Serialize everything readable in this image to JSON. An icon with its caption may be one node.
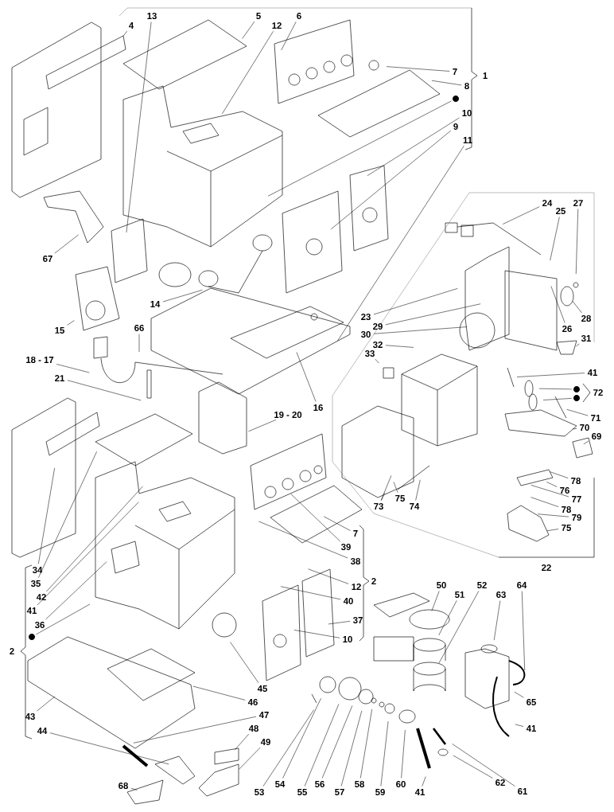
{
  "diagram": {
    "nodes": [
      {
        "text": [
          "13"
        ]
      },
      {
        "text": [
          "4"
        ]
      },
      {
        "text": [
          "5"
        ]
      },
      {
        "text": [
          "12"
        ]
      },
      {
        "text": [
          "6"
        ]
      },
      {
        "text": [
          "7"
        ]
      },
      {
        "text": [
          "8"
        ]
      },
      {
        "text": [],
        "shape": "circle"
      },
      {
        "text": [
          "10"
        ]
      },
      {
        "text": [
          "9"
        ]
      },
      {
        "text": [
          "11"
        ]
      },
      {
        "text": [
          "24"
        ]
      },
      {
        "text": [
          "25"
        ]
      },
      {
        "text": [
          "27"
        ]
      },
      {
        "text": [
          "67"
        ]
      },
      {
        "text": [
          "14"
        ]
      },
      {
        "text": [
          "23"
        ]
      },
      {
        "text": [
          "28"
        ]
      },
      {
        "text": [
          "15"
        ]
      },
      {
        "text": [
          "66"
        ]
      },
      {
        "text": [
          "29"
        ]
      },
      {
        "text": [
          "26"
        ]
      },
      {
        "text": [
          "30"
        ]
      },
      {
        "text": [
          "31"
        ]
      },
      {
        "text": [
          "32"
        ]
      },
      {
        "text": [
          "33"
        ]
      },
      {
        "text": [
          "18 - 17"
        ]
      },
      {
        "text": [
          "41"
        ]
      },
      {
        "text": [
          "21"
        ]
      },
      {
        "text": [],
        "shape": "circle"
      },
      {
        "text": [],
        "shape": "circle"
      },
      {
        "text": [
          "16"
        ]
      },
      {
        "text": [
          "19 - 20"
        ]
      },
      {
        "text": [
          "71"
        ]
      },
      {
        "text": [
          "70"
        ]
      },
      {
        "text": [
          "69"
        ]
      },
      {
        "text": [
          "78"
        ]
      },
      {
        "text": [
          "76"
        ]
      },
      {
        "text": [
          "77"
        ]
      },
      {
        "text": [
          "73"
        ]
      },
      {
        "text": [
          "75"
        ]
      },
      {
        "text": [
          "74"
        ]
      },
      {
        "text": [
          "78"
        ]
      },
      {
        "text": [
          "79"
        ]
      },
      {
        "text": [
          "75"
        ]
      },
      {
        "text": [
          "7"
        ]
      },
      {
        "text": [
          "39"
        ]
      },
      {
        "text": [
          "38"
        ]
      },
      {
        "text": [
          "34"
        ]
      },
      {
        "text": [
          "35"
        ]
      },
      {
        "text": [
          "12"
        ]
      },
      {
        "text": [
          "50"
        ]
      },
      {
        "text": [
          "52"
        ]
      },
      {
        "text": [
          "64"
        ]
      },
      {
        "text": [
          "51"
        ]
      },
      {
        "text": [
          "63"
        ]
      },
      {
        "text": [
          "42"
        ]
      },
      {
        "text": [
          "40"
        ]
      },
      {
        "text": [
          "41"
        ]
      },
      {
        "text": [
          "37"
        ]
      },
      {
        "text": [
          "36"
        ]
      },
      {
        "text": [
          "10"
        ]
      },
      {
        "text": [],
        "shape": "circle"
      },
      {
        "text": [
          "45"
        ]
      },
      {
        "text": [
          "65"
        ]
      },
      {
        "text": [
          "46"
        ]
      },
      {
        "text": [
          "47"
        ]
      },
      {
        "text": [
          "43"
        ]
      },
      {
        "text": [
          "41"
        ]
      },
      {
        "text": [
          "48"
        ]
      },
      {
        "text": [
          "44"
        ]
      },
      {
        "text": [
          "49"
        ]
      },
      {
        "text": [
          "62"
        ]
      },
      {
        "text": [
          "56"
        ]
      },
      {
        "text": [
          "54"
        ]
      },
      {
        "text": [
          "58"
        ]
      },
      {
        "text": [
          "60"
        ]
      },
      {
        "text": [
          "68"
        ]
      },
      {
        "text": [
          "61"
        ]
      },
      {
        "text": [
          "41"
        ]
      },
      {
        "text": [
          "59"
        ]
      },
      {
        "text": [
          "57"
        ]
      },
      {
        "text": [
          "55"
        ]
      },
      {
        "text": [
          "53"
        ]
      }
    ],
    "edges": [
      {
        "from": 0,
        "to": null,
        "arrow": "none"
      },
      {
        "from": 1,
        "to": null,
        "arrow": "none"
      },
      {
        "from": 2,
        "to": null,
        "arrow": "none"
      },
      {
        "from": 3,
        "to": null,
        "arrow": "none"
      },
      {
        "from": 4,
        "to": null,
        "arrow": "none"
      },
      {
        "from": 5,
        "to": null,
        "arrow": "none"
      },
      {
        "from": 6,
        "to": null,
        "arrow": "none"
      },
      {
        "from": 7,
        "to": null,
        "arrow": "none"
      },
      {
        "from": 8,
        "to": null,
        "arrow": "none"
      },
      {
        "from": 9,
        "to": null,
        "arrow": "none"
      },
      {
        "from": 10,
        "to": null,
        "arrow": "none"
      },
      {
        "from": 11,
        "to": null,
        "arrow": "none"
      },
      {
        "from": 12,
        "to": null,
        "arrow": "none"
      },
      {
        "from": 13,
        "to": null,
        "arrow": "none"
      },
      {
        "from": 14,
        "to": null,
        "arrow": "none"
      },
      {
        "from": 15,
        "to": null,
        "arrow": "none"
      },
      {
        "from": 16,
        "to": null,
        "arrow": "none"
      },
      {
        "from": 17,
        "to": null,
        "arrow": "none"
      },
      {
        "from": 18,
        "to": null,
        "arrow": "none"
      },
      {
        "from": 19,
        "to": null,
        "arrow": "none"
      },
      {
        "from": 20,
        "to": null,
        "arrow": "none"
      },
      {
        "from": 21,
        "to": null,
        "arrow": "none"
      },
      {
        "from": 22,
        "to": null,
        "arrow": "none"
      },
      {
        "from": 23,
        "to": null,
        "arrow": "none"
      },
      {
        "from": 24,
        "to": null,
        "arrow": "none"
      },
      {
        "from": 25,
        "to": null,
        "arrow": "none"
      },
      {
        "from": 26,
        "to": null,
        "arrow": "none"
      },
      {
        "from": 27,
        "to": null,
        "arrow": "none"
      },
      {
        "from": 28,
        "to": null,
        "arrow": "none"
      },
      {
        "from": 29,
        "to": null,
        "arrow": "none"
      },
      {
        "from": 30,
        "to": null,
        "arrow": "none"
      },
      {
        "from": 31,
        "to": null,
        "arrow": "none"
      },
      {
        "from": 32,
        "to": null,
        "arrow": "none"
      },
      {
        "from": 33,
        "to": null,
        "arrow": "none"
      },
      {
        "from": 34,
        "to": null,
        "arrow": "none"
      },
      {
        "from": 35,
        "to": null,
        "arrow": "none"
      },
      {
        "from": 36,
        "to": null,
        "arrow": "none"
      },
      {
        "from": 37,
        "to": null,
        "arrow": "none"
      },
      {
        "from": 38,
        "to": null,
        "arrow": "none"
      },
      {
        "from": 39,
        "to": null,
        "arrow": "none"
      },
      {
        "from": 39,
        "to": null,
        "arrow": "none"
      },
      {
        "from": 40,
        "to": null,
        "arrow": "none"
      },
      {
        "from": 41,
        "to": null,
        "arrow": "none"
      },
      {
        "from": 42,
        "to": null,
        "arrow": "none"
      },
      {
        "from": 43,
        "to": null,
        "arrow": "none"
      },
      {
        "from": 44,
        "to": null,
        "arrow": "none"
      },
      {
        "from": 45,
        "to": null,
        "arrow": "none"
      },
      {
        "from": 46,
        "to": null,
        "arrow": "none"
      },
      {
        "from": 47,
        "to": null,
        "arrow": "none"
      },
      {
        "from": 48,
        "to": null,
        "arrow": "none"
      },
      {
        "from": 49,
        "to": null,
        "arrow": "none"
      },
      {
        "from": 50,
        "to": null,
        "arrow": "none"
      },
      {
        "from": 51,
        "to": null,
        "arrow": "none"
      },
      {
        "from": 52,
        "to": null,
        "arrow": "none"
      },
      {
        "from": 53,
        "to": null,
        "arrow": "none"
      },
      {
        "from": 54,
        "to": null,
        "arrow": "none"
      },
      {
        "from": 55,
        "to": null,
        "arrow": "none"
      },
      {
        "from": 56,
        "to": null,
        "arrow": "none"
      },
      {
        "from": 57,
        "to": null,
        "arrow": "none"
      },
      {
        "from": 58,
        "to": null,
        "arrow": "none"
      },
      {
        "from": 59,
        "to": null,
        "arrow": "none"
      },
      {
        "from": 60,
        "to": null,
        "arrow": "none"
      },
      {
        "from": 61,
        "to": null,
        "arrow": "none"
      },
      {
        "from": 62,
        "to": null,
        "arrow": "none"
      },
      {
        "from": 63,
        "to": null,
        "arrow": "none"
      },
      {
        "from": 64,
        "to": null,
        "arrow": "none"
      },
      {
        "from": 65,
        "to": null,
        "arrow": "none"
      },
      {
        "from": 66,
        "to": null,
        "arrow": "none"
      },
      {
        "from": 67,
        "to": null,
        "arrow": "none"
      },
      {
        "from": 68,
        "to": null,
        "arrow": "none"
      },
      {
        "from": 69,
        "to": null,
        "arrow": "none"
      },
      {
        "from": 70,
        "to": null,
        "arrow": "none"
      },
      {
        "from": 71,
        "to": null,
        "arrow": "none"
      },
      {
        "from": 72,
        "to": null,
        "arrow": "none"
      },
      {
        "from": 73,
        "to": null,
        "arrow": "none"
      },
      {
        "from": 74,
        "to": null,
        "arrow": "none"
      },
      {
        "from": 75,
        "to": null,
        "arrow": "none"
      },
      {
        "from": 76,
        "to": null,
        "arrow": "none"
      },
      {
        "from": 77,
        "to": null,
        "arrow": "none"
      },
      {
        "from": 78,
        "to": null,
        "arrow": "none"
      },
      {
        "from": 79,
        "to": null,
        "arrow": "none"
      },
      {
        "from": 80,
        "to": null,
        "arrow": "none"
      },
      {
        "from": 81,
        "to": null,
        "arrow": "none"
      },
      {
        "from": 82,
        "to": null,
        "arrow": "none"
      },
      {
        "from": 83,
        "to": null,
        "arrow": "none"
      }
    ],
    "labels": [
      "1",
      "72",
      "22",
      "2",
      "2"
    ]
  }
}
